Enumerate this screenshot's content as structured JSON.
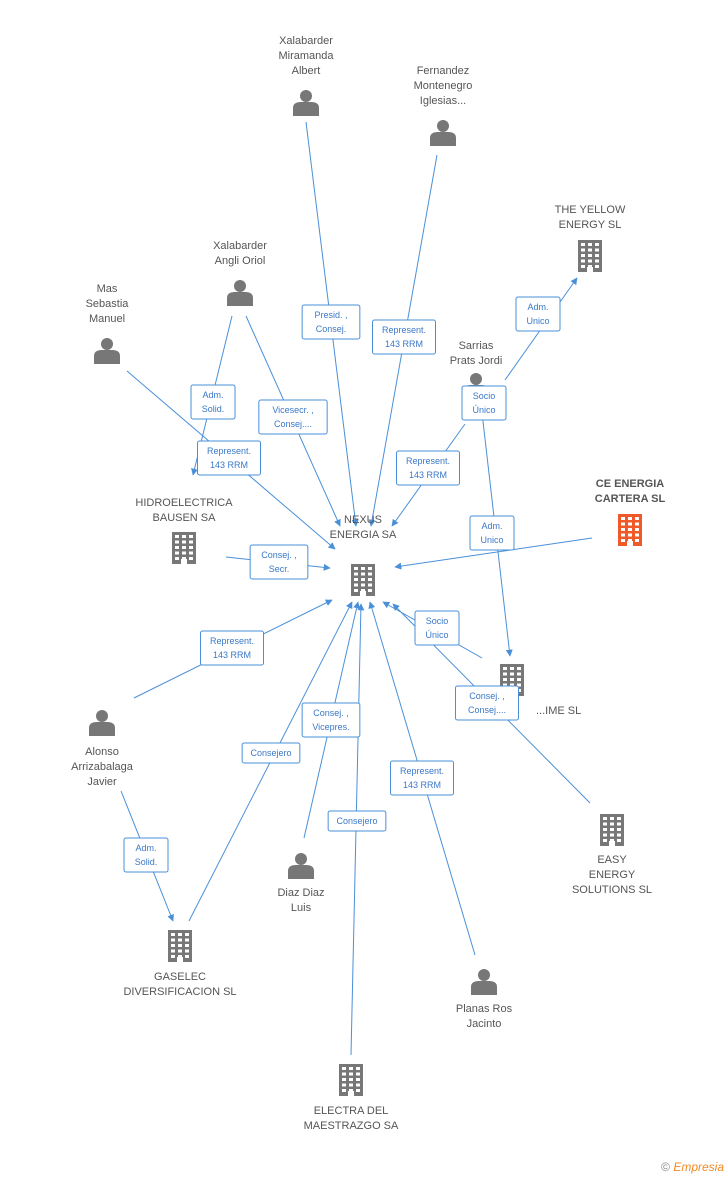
{
  "colors": {
    "edge": "#4a90d9",
    "icon": "#777777",
    "highlight": "#f05a28",
    "label": "#555555"
  },
  "footer": {
    "copyright": "©",
    "brand": "Empresia"
  },
  "nodes": [
    {
      "id": "xalabarder_m",
      "type": "person",
      "label": [
        "Xalabarder",
        "Miramanda",
        "Albert"
      ]
    },
    {
      "id": "fernandez",
      "type": "person",
      "label": [
        "Fernandez",
        "Montenegro",
        "Iglesias..."
      ]
    },
    {
      "id": "yellow",
      "type": "company",
      "label": [
        "THE YELLOW",
        "ENERGY SL"
      ]
    },
    {
      "id": "xalabarder_a",
      "type": "person",
      "label": [
        "Xalabarder",
        "Angli Oriol"
      ]
    },
    {
      "id": "mas",
      "type": "person",
      "label": [
        "Mas",
        "Sebastia",
        "Manuel"
      ]
    },
    {
      "id": "sarrias",
      "type": "person",
      "label": [
        "Sarrias",
        "Prats Jordi"
      ]
    },
    {
      "id": "ce",
      "type": "company",
      "highlight": true,
      "label": [
        "CE ENERGIA",
        "CARTERA SL"
      ]
    },
    {
      "id": "hidro",
      "type": "company",
      "label": [
        "HIDROELECTRICA",
        "BAUSEN SA"
      ]
    },
    {
      "id": "nexus",
      "type": "company",
      "label": [
        "NEXUS",
        "ENERGIA SA"
      ]
    },
    {
      "id": "ime",
      "type": "company",
      "label": [
        "...IME SL"
      ]
    },
    {
      "id": "alonso",
      "type": "person",
      "label": [
        "Alonso",
        "Arrizabalaga",
        "Javier"
      ]
    },
    {
      "id": "easy",
      "type": "company",
      "label": [
        "EASY",
        "ENERGY",
        "SOLUTIONS SL"
      ]
    },
    {
      "id": "diaz",
      "type": "person",
      "label": [
        "Diaz Diaz",
        "Luis"
      ]
    },
    {
      "id": "gaselec",
      "type": "company",
      "label": [
        "GASELEC",
        "DIVERSIFICACION SL"
      ]
    },
    {
      "id": "planas",
      "type": "person",
      "label": [
        "Planas Ros",
        "Jacinto"
      ]
    },
    {
      "id": "electra",
      "type": "company",
      "label": [
        "ELECTRA DEL",
        "MAESTRAZGO SA"
      ]
    }
  ],
  "edges": [
    {
      "from": "xalabarder_m",
      "to": "nexus",
      "label": [
        "Presid. ,",
        "Consej."
      ]
    },
    {
      "from": "fernandez",
      "to": "nexus",
      "label": [
        "Represent.",
        "143 RRM"
      ]
    },
    {
      "from": "sarrias",
      "to": "yellow",
      "label": [
        "Adm.",
        "Unico"
      ]
    },
    {
      "from": "xalabarder_a",
      "to": "hidro",
      "label": [
        "Adm.",
        "Solid."
      ]
    },
    {
      "from": "xalabarder_a",
      "to": "nexus",
      "label": [
        "Vicesecr. ,",
        "Consej...."
      ]
    },
    {
      "from": "mas",
      "to": "nexus",
      "label": [
        "Represent.",
        "143 RRM"
      ]
    },
    {
      "from": "sarrias",
      "to": "nexus",
      "label": [
        "Represent.",
        "143 RRM"
      ]
    },
    {
      "from": "sarrias",
      "to": "ime",
      "label": [
        "Socio",
        "Único"
      ]
    },
    {
      "from": "ce",
      "to": "nexus",
      "label": [
        "Adm.",
        "Unico"
      ]
    },
    {
      "from": "hidro",
      "to": "nexus",
      "label": [
        "Consej. ,",
        "Secr."
      ]
    },
    {
      "from": "alonso",
      "to": "nexus",
      "label": [
        "Represent.",
        "143 RRM"
      ]
    },
    {
      "from": "ime",
      "to": "nexus",
      "label": [
        "Socio",
        "Único"
      ]
    },
    {
      "from": "easy",
      "to": "nexus",
      "label": [
        "Consej. ,",
        "Consej...."
      ]
    },
    {
      "from": "diaz",
      "to": "nexus",
      "label": [
        "Consej. ,",
        "Vicepres."
      ]
    },
    {
      "from": "gaselec",
      "to": "nexus",
      "label": [
        "Consejero"
      ]
    },
    {
      "from": "electra",
      "to": "nexus",
      "label": [
        "Consejero"
      ]
    },
    {
      "from": "planas",
      "to": "nexus",
      "label": [
        "Represent.",
        "143 RRM"
      ]
    },
    {
      "from": "alonso",
      "to": "gaselec",
      "label": [
        "Adm.",
        "Solid."
      ]
    }
  ]
}
